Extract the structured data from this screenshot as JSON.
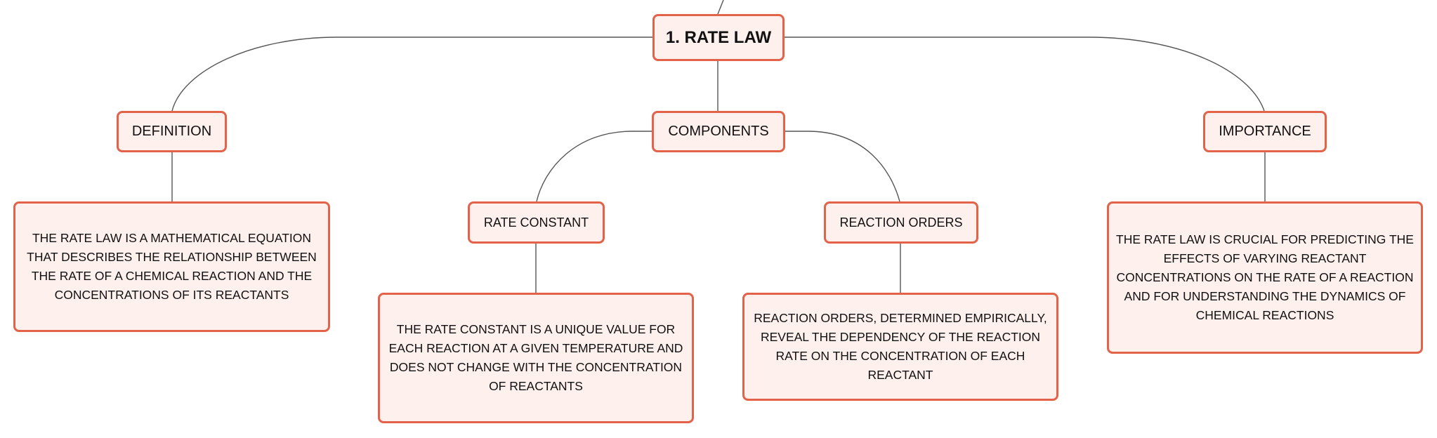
{
  "diagram": {
    "colors": {
      "node_fill": "#fdf0ed",
      "node_border": "#e3624a",
      "connector": "#555555",
      "text": "#111111"
    },
    "root": {
      "label": "1. RATE LAW"
    },
    "branches": {
      "definition": {
        "label": "DEFINITION",
        "detail": "THE RATE LAW IS A MATHEMATICAL EQUATION THAT DESCRIBES THE RELATIONSHIP BETWEEN THE RATE OF A CHEMICAL REACTION AND THE CONCENTRATIONS OF ITS REACTANTS"
      },
      "components": {
        "label": "COMPONENTS",
        "rate_constant": {
          "label": "RATE CONSTANT",
          "detail": "THE RATE CONSTANT IS A UNIQUE VALUE FOR EACH REACTION AT A GIVEN TEMPERATURE AND DOES NOT CHANGE WITH THE CONCENTRATION OF REACTANTS"
        },
        "reaction_orders": {
          "label": "REACTION ORDERS",
          "detail": "REACTION ORDERS, DETERMINED EMPIRICALLY, REVEAL THE DEPENDENCY OF THE REACTION RATE ON THE CONCENTRATION OF EACH REACTANT"
        }
      },
      "importance": {
        "label": "IMPORTANCE",
        "detail": "THE RATE LAW IS CRUCIAL FOR PREDICTING THE EFFECTS OF VARYING REACTANT CONCENTRATIONS ON THE RATE OF A REACTION AND FOR UNDERSTANDING THE DYNAMICS OF CHEMICAL REACTIONS"
      }
    }
  }
}
